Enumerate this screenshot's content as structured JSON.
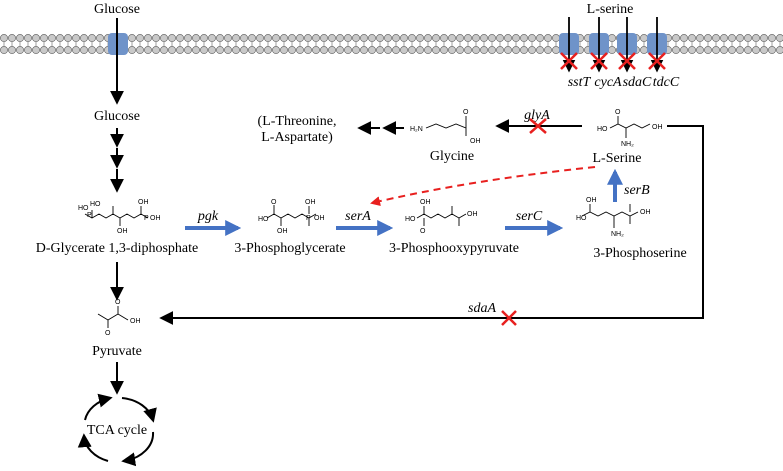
{
  "labels": {
    "glucose_outside": "Glucose",
    "serine_outside": "L-serine",
    "glucose_inside": "Glucose",
    "threonine": "(L-Threonine,",
    "aspartate": "L-Aspartate)",
    "glycine": "Glycine",
    "serine_inside": "L-Serine",
    "dglycerate": "D-Glycerate 1,3-diphosphate",
    "pglycerate": "3-Phosphoglycerate",
    "phosphooxypyruvate": "3-Phosphooxypyruvate",
    "phosphoserine": "3-Phosphoserine",
    "pyruvate": "Pyruvate",
    "tca": "TCA cycle"
  },
  "genes": {
    "pgk": "pgk",
    "serA": "serA",
    "serC": "serC",
    "serB": "serB",
    "glyA": "glyA",
    "sdaA": "sdaA",
    "sstT": "sstT",
    "cycA": "cycA",
    "sdaC": "sdaC",
    "tdcC": "tdcC"
  },
  "chem_text": {
    "oh": "OH",
    "ho": "HO",
    "o": "O",
    "p": "P",
    "nh2": "NH₂",
    "h2n": "H₂N"
  },
  "colors": {
    "overexpression_arrow": "#4472c4",
    "deletion_cross": "#e8201f",
    "feedback_inhibition": "#e8201f",
    "transporter": "#6f93c9",
    "membrane_head": "#c9c9c9"
  },
  "legend_semantics": {
    "blue_arrow": "overexpressed-gene",
    "red_cross": "deleted-gene",
    "red_dashed": "feedback-inhibition"
  }
}
